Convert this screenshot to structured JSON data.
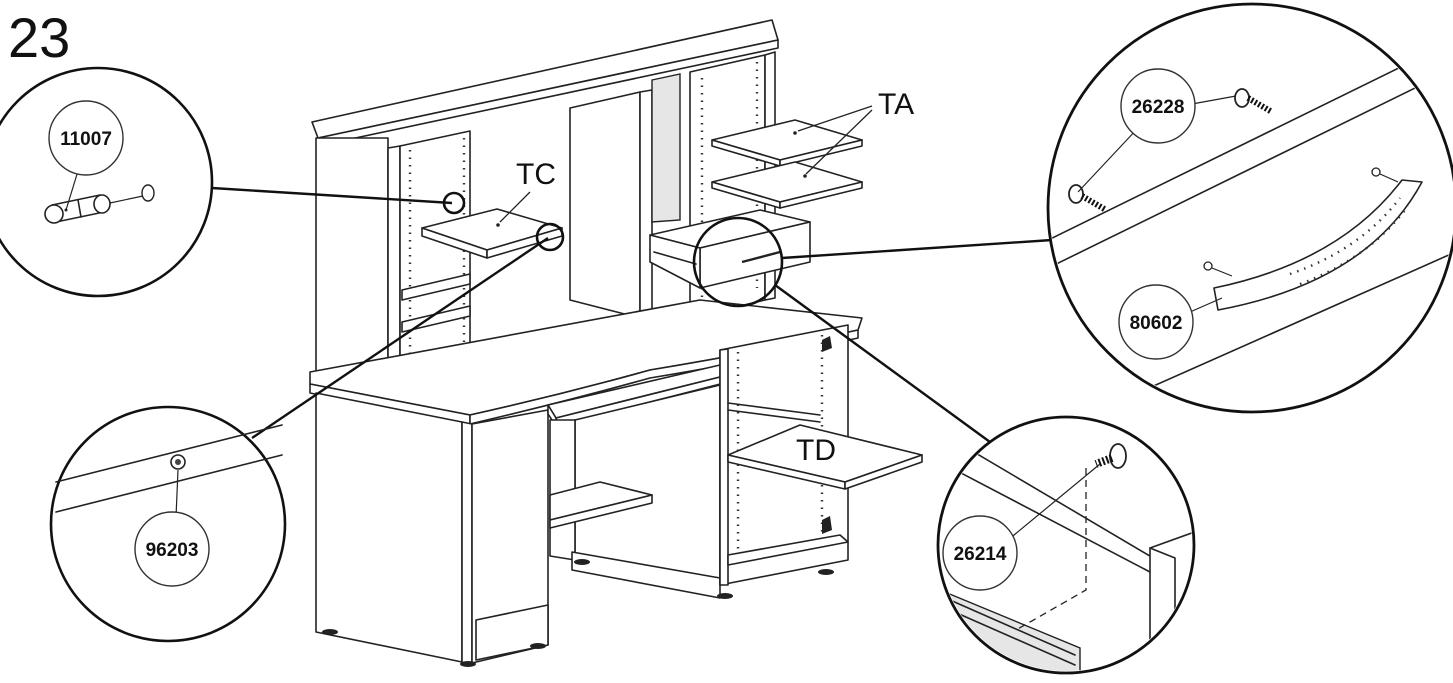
{
  "step": {
    "number": "23"
  },
  "labels": {
    "ta": "TA",
    "tc": "TC",
    "td": "TD"
  },
  "parts": {
    "dowel": "11007",
    "shelf_support": "96203",
    "screw_long": "26228",
    "handle": "80602",
    "screw_short": "26214"
  }
}
